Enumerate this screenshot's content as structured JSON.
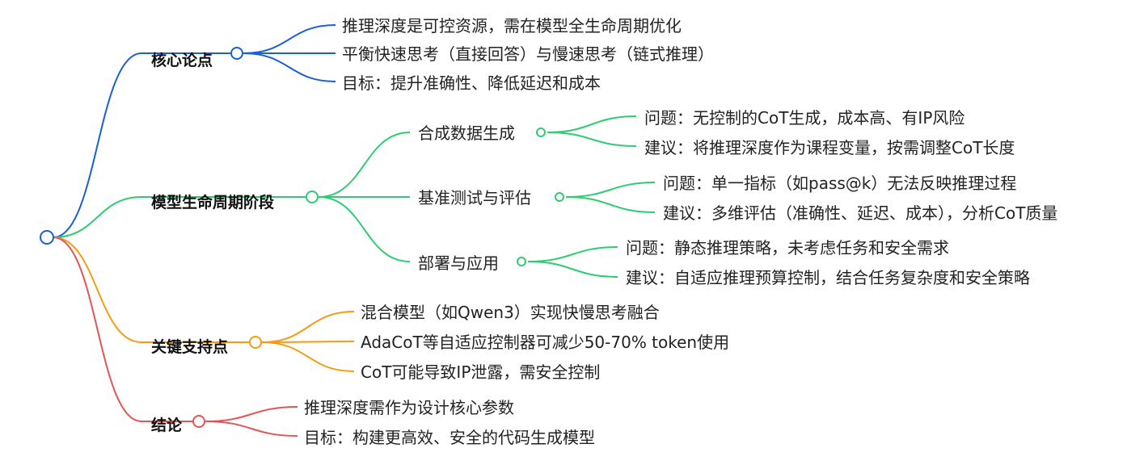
{
  "root": {
    "label": ""
  },
  "branches": [
    {
      "id": "core",
      "label": "核心论点",
      "color": "#1a5fd6",
      "children": [
        {
          "label": "推理深度是可控资源，需在模型全生命周期优化"
        },
        {
          "label": "平衡快速思考（直接回答）与慢速思考（链式推理）"
        },
        {
          "label": "目标：提升准确性、降低延迟和成本"
        }
      ]
    },
    {
      "id": "lifecycle",
      "label": "模型生命周期阶段",
      "color": "#2ecc71",
      "children": [
        {
          "label": "合成数据生成",
          "children": [
            {
              "label": "问题：无控制的CoT生成，成本高、有IP风险"
            },
            {
              "label": "建议：将推理深度作为课程变量，按需调整CoT长度"
            }
          ]
        },
        {
          "label": "基准测试与评估",
          "children": [
            {
              "label": "问题：单一指标（如pass@k）无法反映推理过程"
            },
            {
              "label": "建议：多维评估（准确性、延迟、成本），分析CoT质量"
            }
          ]
        },
        {
          "label": "部署与应用",
          "children": [
            {
              "label": "问题：静态推理策略，未考虑任务和安全需求"
            },
            {
              "label": "建议：自适应推理预算控制，结合任务复杂度和安全策略"
            }
          ]
        }
      ]
    },
    {
      "id": "support",
      "label": "关键支持点",
      "color": "#f39c12",
      "children": [
        {
          "label": "混合模型（如Qwen3）实现快慢思考融合"
        },
        {
          "label": "AdaCoT等自适应控制器可减少50-70% token使用"
        },
        {
          "label": "CoT可能导致IP泄露，需安全控制"
        }
      ]
    },
    {
      "id": "conclusion",
      "label": "结论",
      "color": "#e55353",
      "children": [
        {
          "label": "推理深度需作为设计核心参数"
        },
        {
          "label": "目标：构建更高效、安全的代码生成模型"
        }
      ]
    }
  ]
}
